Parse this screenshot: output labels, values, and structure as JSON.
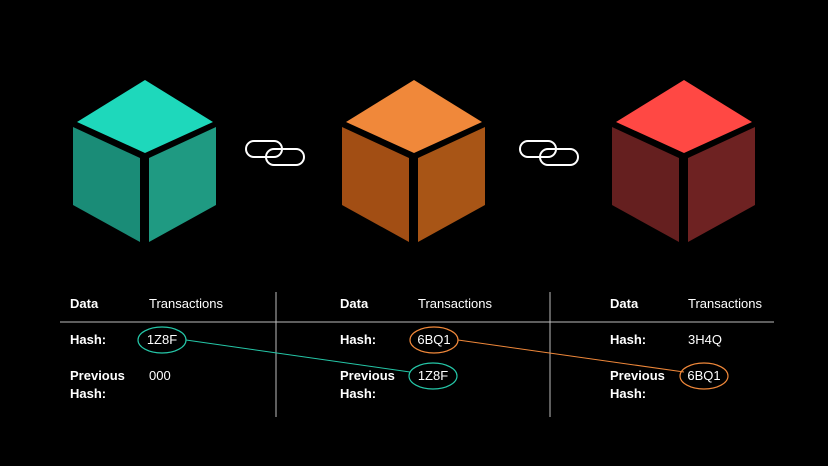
{
  "blocks": [
    {
      "color_top": "#1ED8BB",
      "color_left": "#1A8C77",
      "color_right": "#1F9A82",
      "data_label": "Data",
      "data_value": "Transactions",
      "hash_label": "Hash:",
      "hash_value": "1Z8F",
      "prev_label_line1": "Previous",
      "prev_label_line2": "Hash:",
      "prev_value": "000"
    },
    {
      "color_top": "#F0883A",
      "color_left": "#A24E14",
      "color_right": "#A85516",
      "data_label": "Data",
      "data_value": "Transactions",
      "hash_label": "Hash:",
      "hash_value": "6BQ1",
      "prev_label_line1": "Previous",
      "prev_label_line2": "Hash:",
      "prev_value": "1Z8F"
    },
    {
      "color_top": "#FF4844",
      "color_left": "#651F1F",
      "color_right": "#6E2222",
      "data_label": "Data",
      "data_value": "Transactions",
      "hash_label": "Hash:",
      "hash_value": "3H4Q",
      "prev_label_line1": "Previous",
      "prev_label_line2": "Hash:",
      "prev_value": "6BQ1"
    }
  ],
  "link_colors": [
    "#25C7A8",
    "#F0883A"
  ],
  "icons": [
    "chain-link-icon",
    "chain-link-icon"
  ]
}
